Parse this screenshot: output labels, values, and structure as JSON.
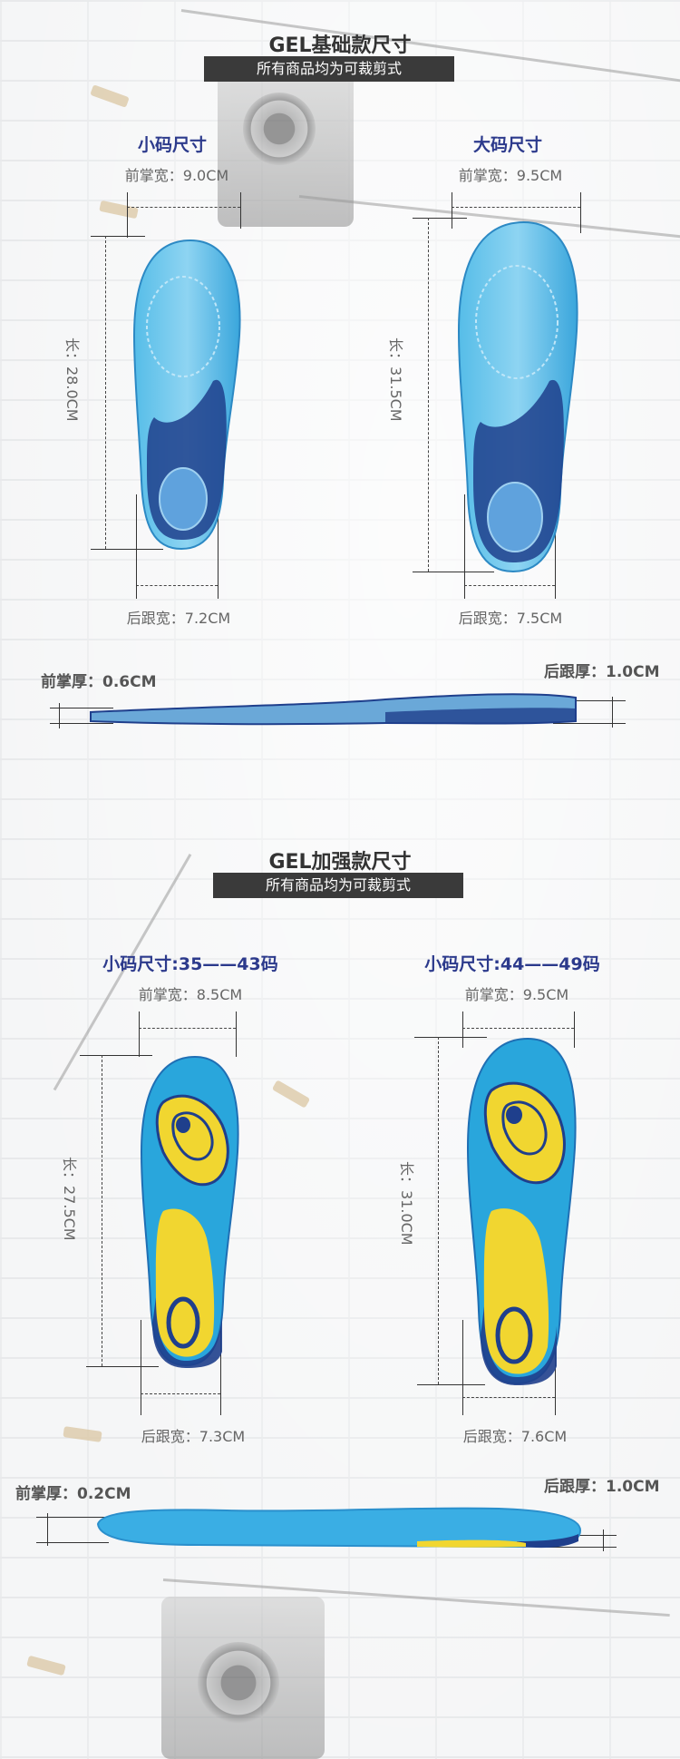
{
  "basic": {
    "title": "GEL基础款尺寸",
    "banner": "所有商品均为可裁剪式",
    "small": {
      "label": "小码尺寸",
      "forefoot_width": "前掌宽：9.0CM",
      "length": "长：28.0CM",
      "heel_width": "后跟宽：7.2CM"
    },
    "large": {
      "label": "大码尺寸",
      "forefoot_width": "前掌宽：9.5CM",
      "length": "长：31.5CM",
      "heel_width": "后跟宽：7.5CM"
    },
    "forefoot_thickness": "前掌厚：0.6CM",
    "heel_thickness": "后跟厚：1.0CM"
  },
  "reinforced": {
    "title": "GEL加强款尺寸",
    "banner": "所有商品均为可裁剪式",
    "small": {
      "label": "小码尺寸:35——43码",
      "forefoot_width": "前掌宽：8.5CM",
      "length": "长：27.5CM",
      "heel_width": "后跟宽：7.3CM"
    },
    "large": {
      "label": "小码尺寸:44——49码",
      "forefoot_width": "前掌宽：9.5CM",
      "length": "长：31.0CM",
      "heel_width": "后跟宽：7.6CM"
    },
    "forefoot_thickness": "前掌厚：0.2CM",
    "heel_thickness": "后跟厚：1.0CM"
  },
  "colors": {
    "insole_blue": "#29a6dc",
    "insole_navy": "#1f3f8c",
    "gel_yellow": "#f1d630",
    "label_blue": "#2c3a8c",
    "banner_bg": "#3a3a3a"
  }
}
